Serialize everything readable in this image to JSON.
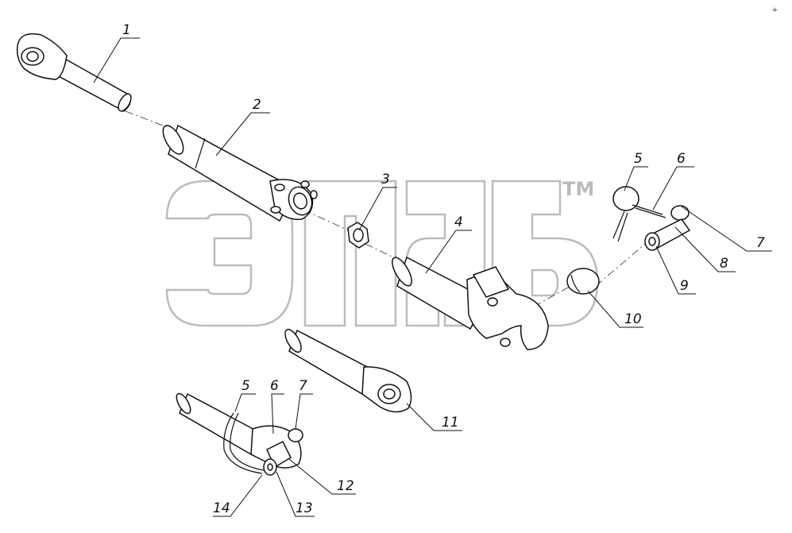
{
  "watermark": {
    "tm": "TM"
  },
  "labels": [
    "1",
    "2",
    "3",
    "4",
    "5",
    "6",
    "7",
    "8",
    "9",
    "10",
    "11",
    "5",
    "6",
    "7",
    "12",
    "13",
    "14"
  ],
  "corner_mark": "⌖"
}
